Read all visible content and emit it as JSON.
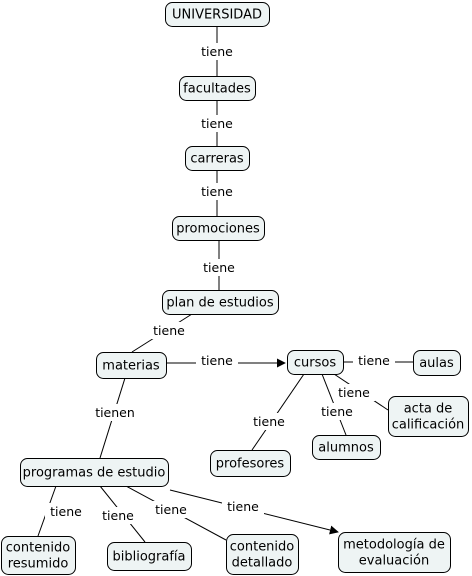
{
  "concept_map": {
    "nodes": {
      "universidad": "UNIVERSIDAD",
      "facultades": "facultades",
      "carreras": "carreras",
      "promociones": "promociones",
      "plan_de_estudios": "plan de estudios",
      "materias": "materias",
      "cursos": "cursos",
      "aulas": "aulas",
      "acta_de_calificacion": [
        "acta de",
        "calificación"
      ],
      "alumnos": "alumnos",
      "profesores": "profesores",
      "programas_de_estudio": "programas de estudio",
      "contenido_resumido": [
        "contenido",
        "resumido"
      ],
      "bibliografia": "bibliografía",
      "contenido_detallado": [
        "contenido",
        "detallado"
      ],
      "metodologia_de_evaluacion": [
        "metodología de",
        "evaluación"
      ]
    },
    "links": [
      {
        "from": "universidad",
        "to": "facultades",
        "label": "tiene"
      },
      {
        "from": "facultades",
        "to": "carreras",
        "label": "tiene"
      },
      {
        "from": "carreras",
        "to": "promociones",
        "label": "tiene"
      },
      {
        "from": "promociones",
        "to": "plan_de_estudios",
        "label": "tiene"
      },
      {
        "from": "plan_de_estudios",
        "to": "materias",
        "label": "tiene"
      },
      {
        "from": "materias",
        "to": "cursos",
        "label": "tiene",
        "arrow": true
      },
      {
        "from": "materias",
        "to": "programas_de_estudio",
        "label": "tienen"
      },
      {
        "from": "cursos",
        "to": "aulas",
        "label": "tiene"
      },
      {
        "from": "cursos",
        "to": "acta_de_calificacion",
        "label": "tiene"
      },
      {
        "from": "cursos",
        "to": "alumnos",
        "label": "tiene"
      },
      {
        "from": "cursos",
        "to": "profesores",
        "label": "tiene"
      },
      {
        "from": "programas_de_estudio",
        "to": "contenido_resumido",
        "label": "tiene"
      },
      {
        "from": "programas_de_estudio",
        "to": "bibliografia",
        "label": "tiene"
      },
      {
        "from": "programas_de_estudio",
        "to": "contenido_detallado",
        "label": "tiene"
      },
      {
        "from": "programas_de_estudio",
        "to": "metodologia_de_evaluacion",
        "label": "tiene",
        "arrow": true
      }
    ]
  }
}
